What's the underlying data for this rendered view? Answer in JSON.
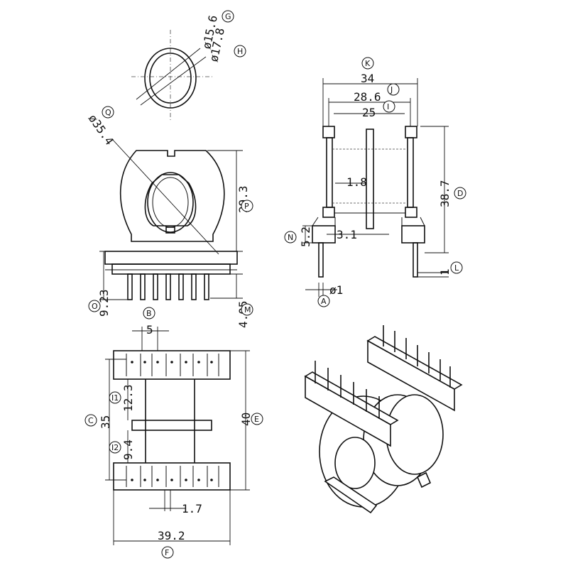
{
  "dimensions": {
    "inner_dia": "ø15.6",
    "outer_dia": "ø17.8",
    "flange_dia": "ø35.4",
    "height_body": "29.3",
    "pin_len_left": "9.23",
    "pin_len_right": "4.05",
    "width_total": "34",
    "width_inner": "28.6",
    "width_core": "25",
    "thickness_mid": "1.8",
    "side_height": "38.7",
    "n_value": "5.2",
    "gap_value": "3.1",
    "pin_dia": "ø1",
    "l_value": "1",
    "pitch": "5",
    "len_c": "35",
    "len_e": "40",
    "len_i1": "12.3",
    "len_i2": "9.4",
    "pin_w": "1.7",
    "width_f": "39.2"
  },
  "labels": {
    "G": "G",
    "H": "H",
    "Q": "Q",
    "P": "P",
    "O": "O",
    "M": "M",
    "K": "K",
    "J": "J",
    "I": "I",
    "D": "D",
    "N": "N",
    "L": "L",
    "A": "A",
    "B": "B",
    "C": "C",
    "E": "E",
    "I1": "I1",
    "I2": "I2",
    "F": "F"
  }
}
